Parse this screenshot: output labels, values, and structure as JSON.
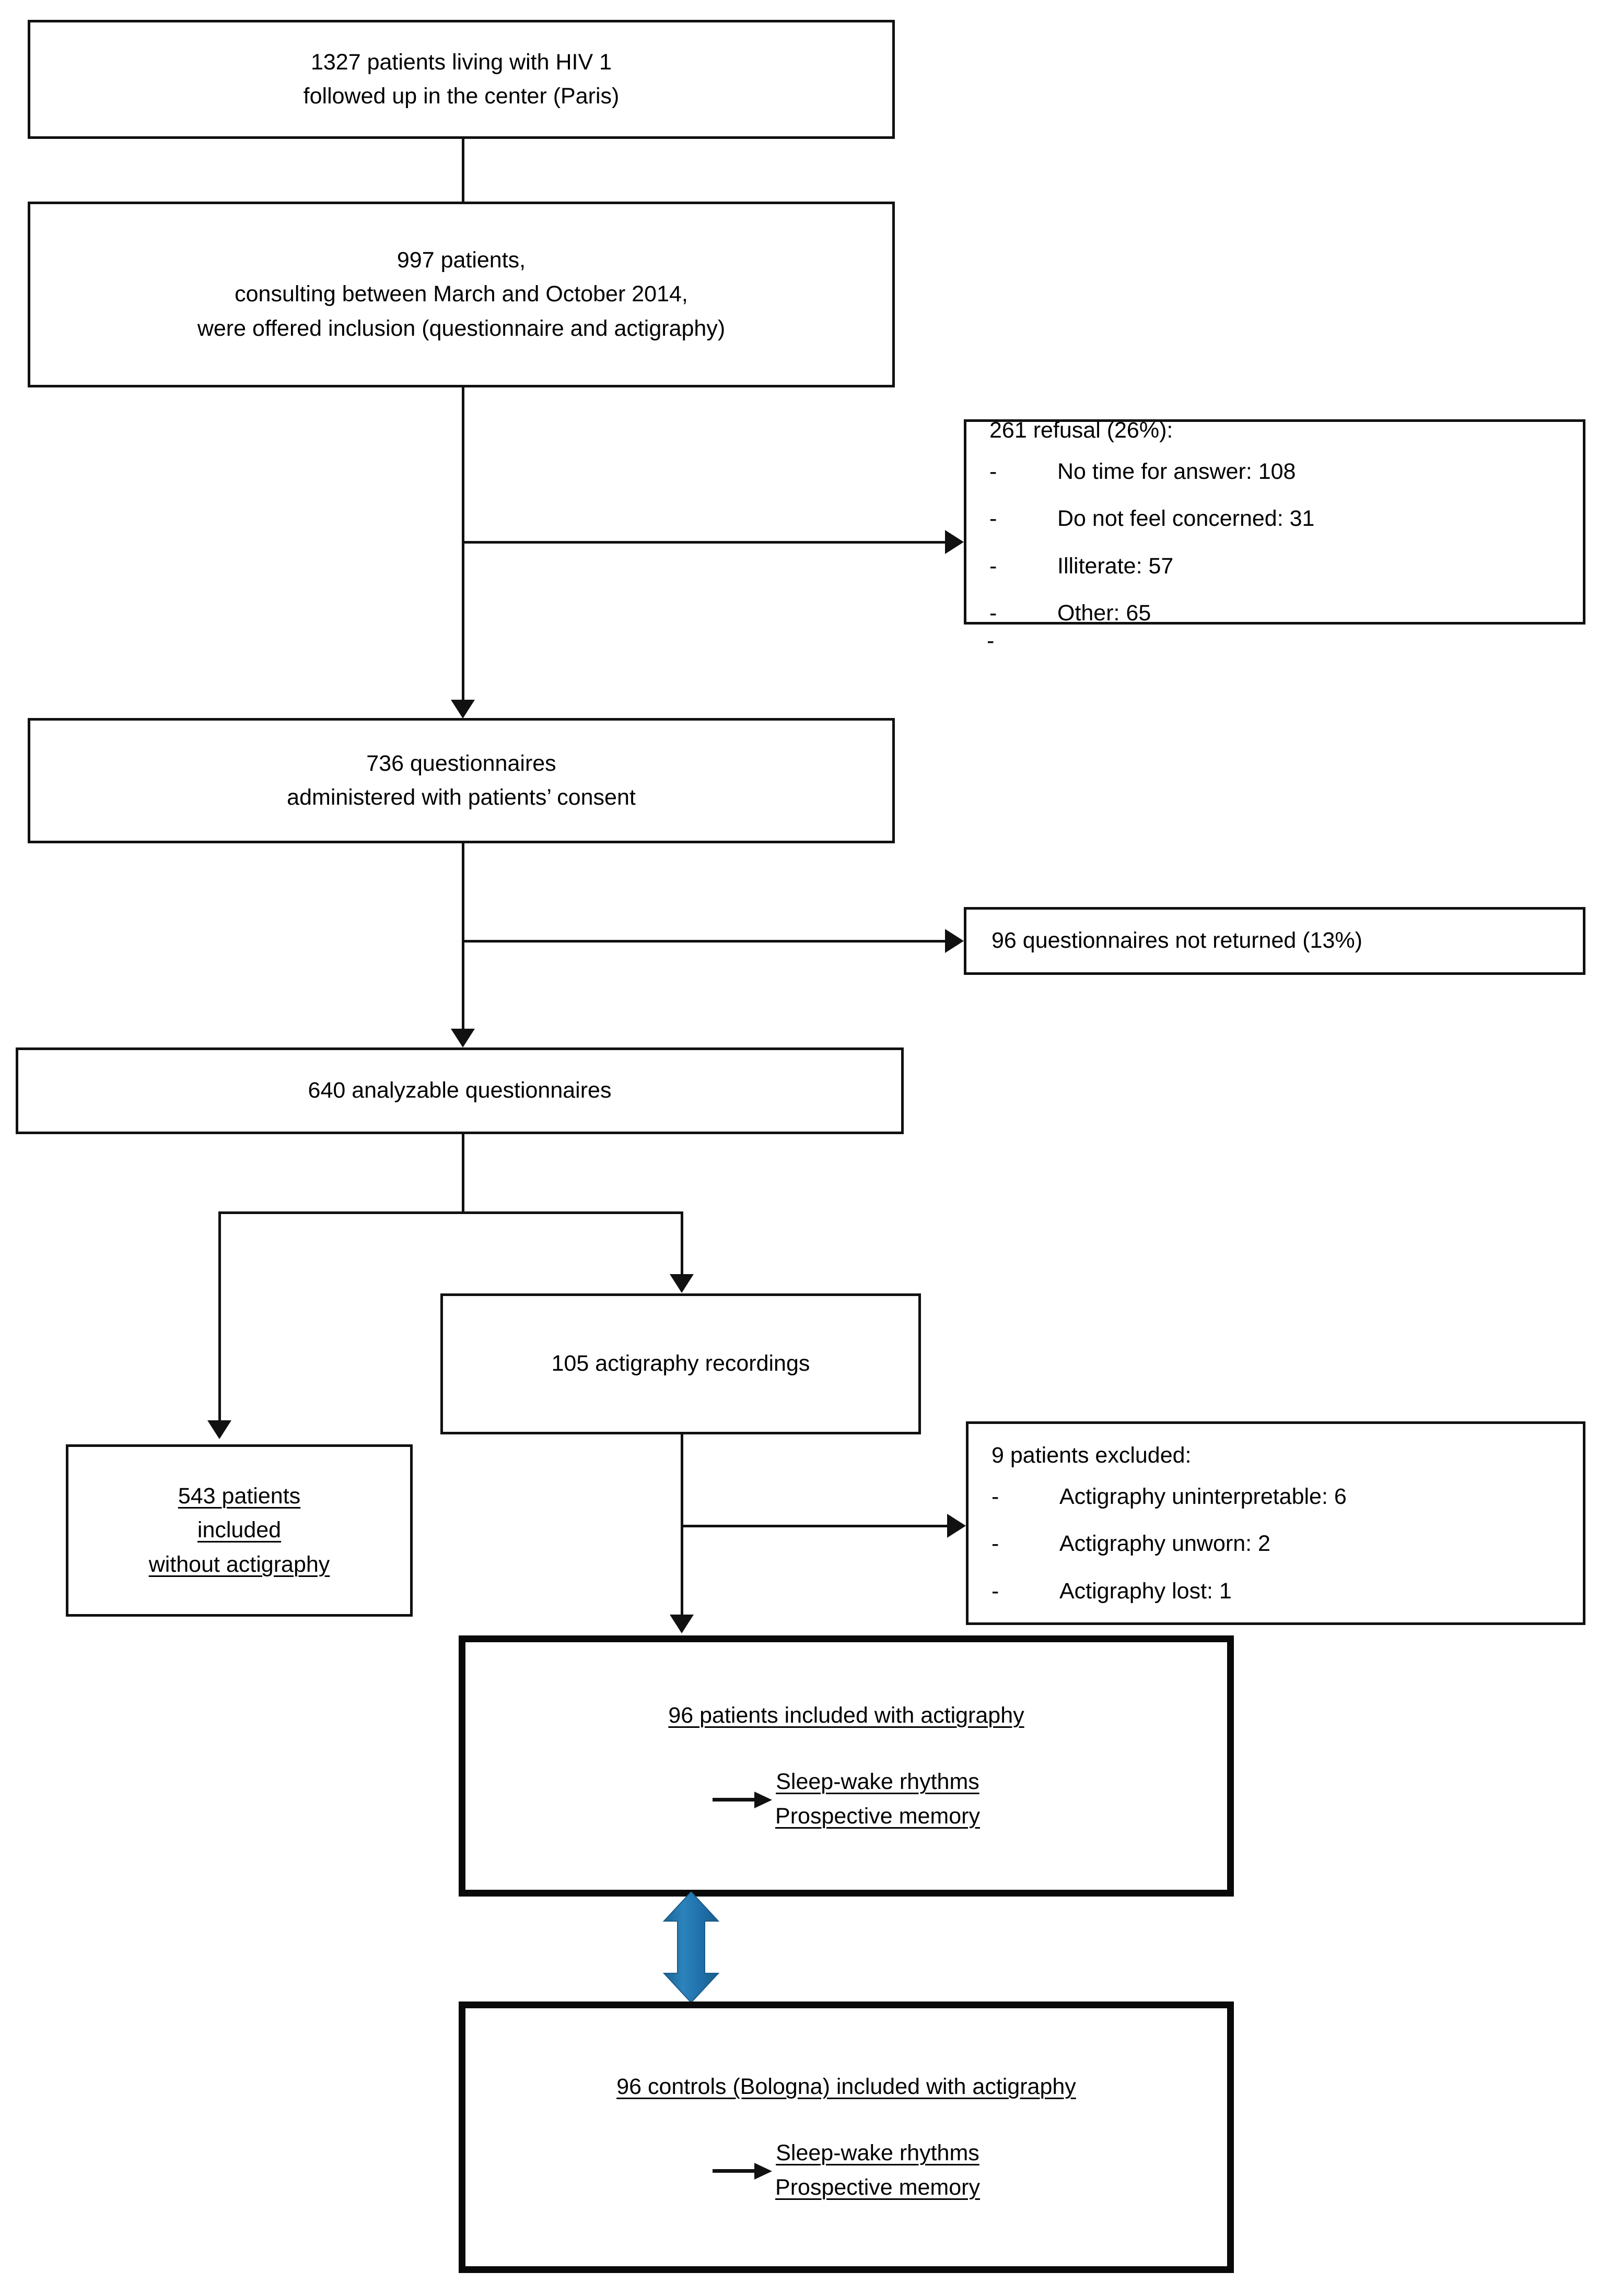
{
  "diagram": {
    "title": "Study flow chart of patients living with HIV-1 and controls",
    "type": "flowchart",
    "accent_blue": "#1F6FA8",
    "line_color": "#111111",
    "background": "#ffffff"
  },
  "nodes": {
    "screened": {
      "line1": "1327 patients living with HIV 1",
      "line2": "followed up in the center (Paris)"
    },
    "offered": {
      "line1": "997 patients,",
      "line2": "consulting between March and October 2014,",
      "line3": "were offered inclusion (questionnaire and actigraphy)"
    },
    "refusal": {
      "header": "261 refusal (26%):",
      "bullet_char": "-",
      "items": [
        "No time for answer: 108",
        "Do not feel concerned: 31",
        "Illiterate: 57",
        "Other: 65"
      ],
      "stray_bullet": "-"
    },
    "administered": {
      "line1": "736 questionnaires",
      "line2": "administered with patients’ consent"
    },
    "not_returned": {
      "line1": "96 questionnaires not returned (13%)"
    },
    "analyzable": {
      "line1": "640 analyzable questionnaires"
    },
    "actigraphy_recordings": {
      "line1": "105 actigraphy recordings"
    },
    "included_without": {
      "line1": "543 patients",
      "line2": "included",
      "line3": "without actigraphy"
    },
    "excluded": {
      "header": "9 patients excluded:",
      "bullet_char": "-",
      "items": [
        "Actigraphy uninterpretable: 6",
        "Actigraphy unworn: 2",
        "Actigraphy lost: 1"
      ]
    },
    "patients_with_actigraphy": {
      "title": "96 patients included with actigraphy",
      "outcome1": "Sleep-wake rhythms",
      "outcome2": "Prospective memory"
    },
    "controls_with_actigraphy": {
      "title": "96 controls (Bologna) included with actigraphy",
      "outcome1": "Sleep-wake rhythms",
      "outcome2": "Prospective memory"
    }
  }
}
